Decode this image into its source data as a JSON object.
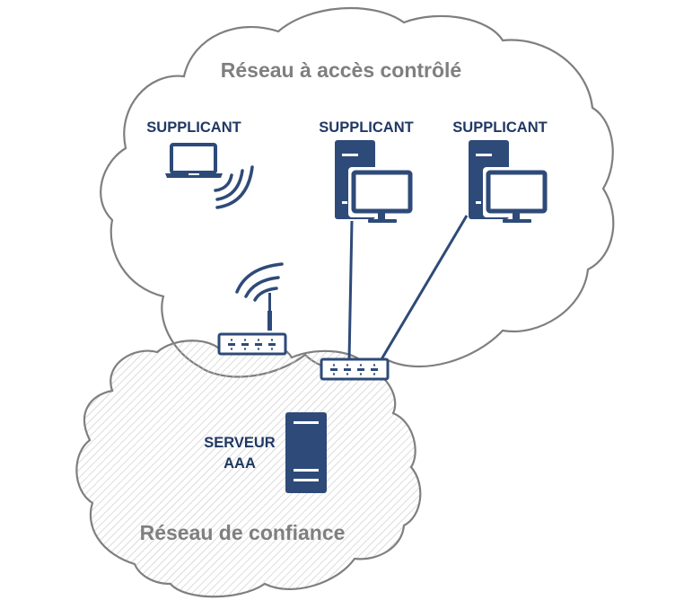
{
  "colors": {
    "icon": "#2e4a78",
    "text_dark": "#203864",
    "cloud_outline": "#7f7f7f",
    "title_text": "#7f7f7f",
    "hatch": "#c8c8c8"
  },
  "clouds": {
    "controlled": {
      "label": "Réseau à accès contrôlé",
      "fill": "none"
    },
    "trusted": {
      "label": "Réseau de confiance",
      "fill": "hatched"
    }
  },
  "nodes": {
    "laptop": {
      "label": "SUPPLICANT",
      "icon": "laptop-icon",
      "connection": "wireless"
    },
    "desktop1": {
      "label": "SUPPLICANT",
      "icon": "desktop-computer-icon",
      "connection": "wired"
    },
    "desktop2": {
      "label": "SUPPLICANT",
      "icon": "desktop-computer-icon",
      "connection": "wired"
    },
    "access_point": {
      "icon": "wireless-access-point-icon"
    },
    "switch": {
      "icon": "network-switch-icon"
    },
    "server": {
      "label_line1": "SERVEUR",
      "label_line2": "AAA",
      "icon": "server-tower-icon"
    }
  },
  "links": [
    {
      "from": "desktop1",
      "to": "switch"
    },
    {
      "from": "desktop2",
      "to": "switch"
    },
    {
      "from": "laptop",
      "to": "access_point",
      "type": "wireless"
    }
  ]
}
